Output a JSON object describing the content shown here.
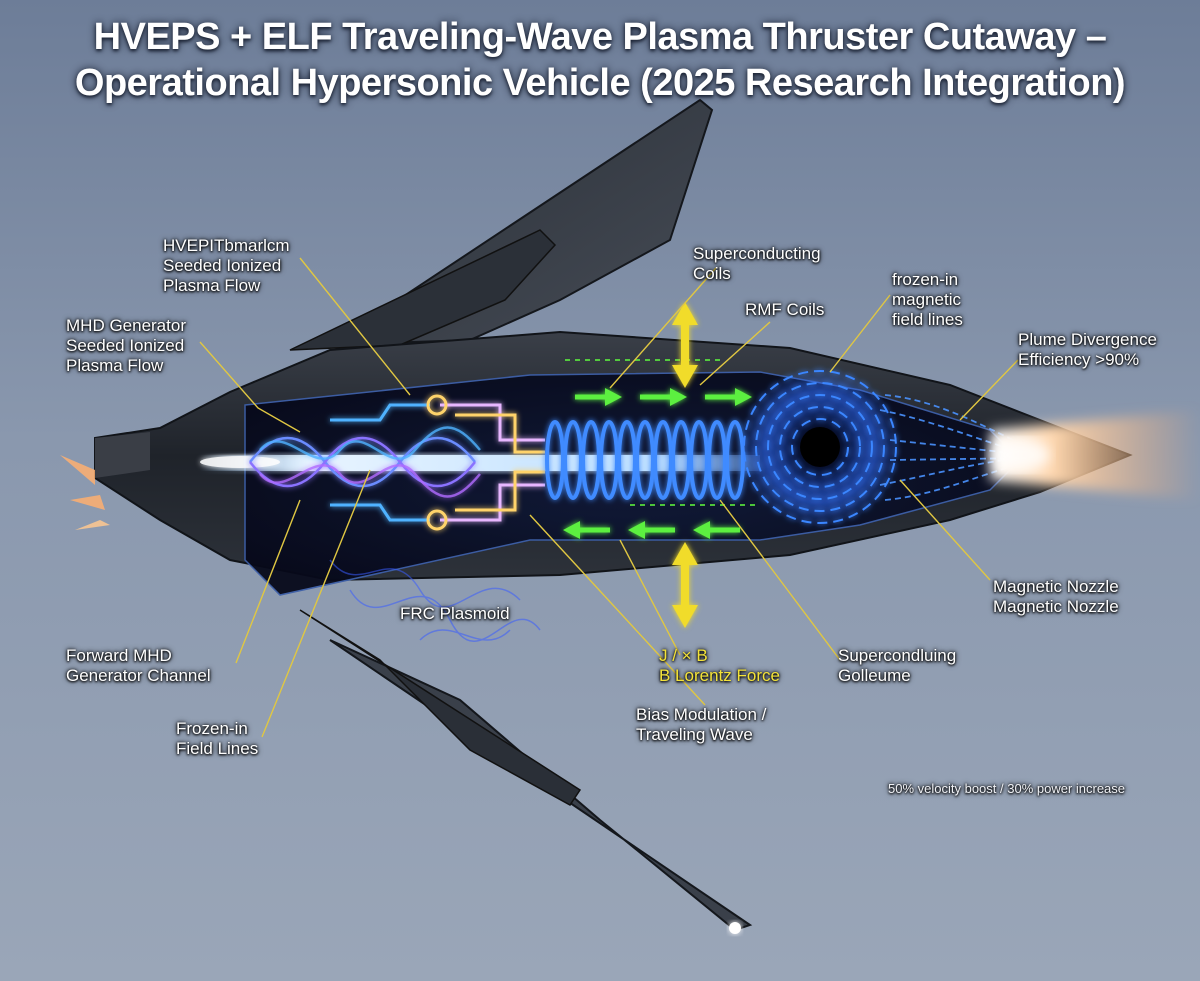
{
  "title": {
    "line1": "HVEPS + ELF Traveling-Wave Plasma Thruster Cutaway –",
    "line2": "Operational Hypersonic Vehicle (2025 Research Integration)"
  },
  "labels": {
    "hvep_seeded": [
      "HVEPITbmarlcm",
      "Seeded Ionized",
      "Plasma Flow"
    ],
    "mhd_generator": [
      "MHD Generator",
      "Seeded Ionized",
      "Plasma Flow"
    ],
    "superconducting_coils": [
      "Superconducting",
      "Coils"
    ],
    "rmf_coils": [
      "RMF Coils"
    ],
    "frozen_in_top": [
      "frozen-in",
      "magnetic",
      "field lines"
    ],
    "plume_divergence": [
      "Plume Divergence",
      "Efficiency >90%"
    ],
    "magnetic_nozzle": [
      "Magnetic Nozzle",
      "Magnetic Nozzle"
    ],
    "frc_plasmoid": [
      "FRC Plasmoid"
    ],
    "forward_mhd": [
      "Forward MHD",
      "Generator Channel"
    ],
    "frozen_in_bottom": [
      "Frozen-in",
      "Field Lines"
    ],
    "lorentz_force": [
      "J / × B",
      "B Lorentz Force"
    ],
    "bias_modulation": [
      "Bias Modulation /",
      "Traveling Wave"
    ],
    "superconduling_bottom": [
      "Supercondluing",
      "Golleume"
    ],
    "velocity_note": [
      "50% velocity boost / 30% power increase"
    ]
  },
  "colors": {
    "sky": "#8190a8",
    "fuselage": "#23272e",
    "plasma_blue": "#3f7dff",
    "plasma_white": "#e8f1ff",
    "arrow_green": "#5cf03f",
    "arrow_yellow": "#f1dc2a",
    "leader_yellow": "#e0c742",
    "exhaust_orange": "#ffb070"
  }
}
